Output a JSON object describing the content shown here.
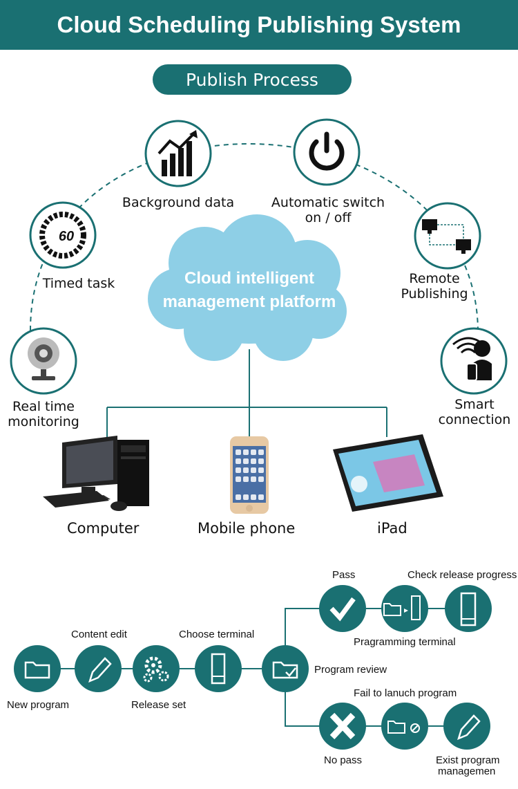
{
  "header": {
    "title": "Cloud Scheduling Publishing System"
  },
  "process_pill": {
    "label": "Publish Process"
  },
  "cloud": {
    "line1": "Cloud intelligent",
    "line2": "management platform"
  },
  "features": {
    "background_data": "Background data",
    "auto_switch_1": "Automatic switch",
    "auto_switch_2": "on / off",
    "timed_task": "Timed task",
    "timer_number": "60",
    "remote_1": "Remote",
    "remote_2": "Publishing",
    "realtime_1": "Real time",
    "realtime_2": "monitoring",
    "smart_1": "Smart",
    "smart_2": "connection"
  },
  "devices": {
    "computer": "Computer",
    "mobile": "Mobile phone",
    "ipad": "iPad"
  },
  "flow": {
    "new_program": "New program",
    "content_edit": "Content edit",
    "release_set": "Release set",
    "choose_terminal": "Choose terminal",
    "program_review": "Program review",
    "pass": "Pass",
    "check_release_progress": "Check release progress",
    "programming_terminal": "Pragramming terminal",
    "fail_to_launch": "Fail to lanuch program",
    "no_pass": "No pass",
    "exist_program_1": "Exist program",
    "exist_program_2": "managemen"
  },
  "colors": {
    "teal": "#1a7072",
    "cloud": "#8ecfe6",
    "stroke": "#1a7072"
  }
}
